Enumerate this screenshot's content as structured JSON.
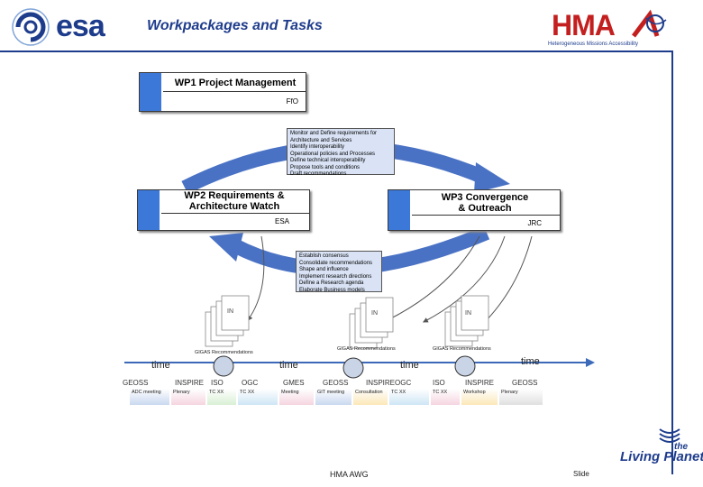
{
  "header": {
    "title": "Workpackages and Tasks",
    "esa_logo_text": "esa",
    "hma_logo_text": "HMA",
    "hma_subtitle": "Heterogeneous Missions Accessibility"
  },
  "workpackages": {
    "wp1": {
      "title": "WP1 Project Management",
      "owner": "FfO"
    },
    "wp2": {
      "title_line1": "WP2 Requirements &",
      "title_line2": "Architecture Watch",
      "owner": "ESA"
    },
    "wp3": {
      "title_line1": "WP3 Convergence",
      "title_line2": "& Outreach",
      "owner": "JRC"
    }
  },
  "task_notes": {
    "upper": [
      "Monitor and Define requirements for",
      "Architecture and Services",
      "Identify interoperability",
      "Operational policies and Processes",
      "Define technical interoperability",
      "Propose tools and conditions",
      "Draft recommendations"
    ],
    "lower": [
      "Establish consensus",
      "Consolidate recommendations",
      "Shape and influence",
      "Implement research directions",
      "Define a Research agenda",
      "Elaborate Business models"
    ]
  },
  "timeline": {
    "words": [
      "time",
      "time",
      "time",
      "time"
    ],
    "recommendations": [
      "GIGAS Recommendations",
      "GIGAS Recommendations",
      "GIGAS Recommendations"
    ],
    "meeting_label": "IN"
  },
  "bodies_row": [
    "GEOSS",
    "INSPIRE",
    "ISO",
    "OGC",
    "GMES",
    "GEOSS",
    "INSPIRE",
    "OGC",
    "ISO",
    "INSPIRE",
    "GEOSS"
  ],
  "events_row": [
    {
      "label": "ADC meeting",
      "color": "#c9d8f0"
    },
    {
      "label": "Plenary",
      "color": "#f5d5e0"
    },
    {
      "label": "TC XX",
      "color": "#d9f0d5"
    },
    {
      "label": "TC XX",
      "color": "#cfe6f5"
    },
    {
      "label": "Meeting",
      "color": "#f5d5e0"
    },
    {
      "label": "GIT meeting",
      "color": "#c9d8f0"
    },
    {
      "label": "Consultation",
      "color": "#fbe8b8"
    },
    {
      "label": "TC XX",
      "color": "#cfe6f5"
    },
    {
      "label": "TC XX",
      "color": "#f5d5e0"
    },
    {
      "label": "Workshop",
      "color": "#fbe8b8"
    },
    {
      "label": "Plenary",
      "color": "#e0e0e0"
    }
  ],
  "footer": {
    "center": "HMA AWG",
    "slide": "Slide",
    "brand_the": "the",
    "brand_text": "Living Planet"
  },
  "colors": {
    "brand_blue": "#1e3c8c",
    "wp_band": "#3c78d8",
    "arrow_blue": "#4a72c4",
    "hma_red": "#c41f1f"
  }
}
